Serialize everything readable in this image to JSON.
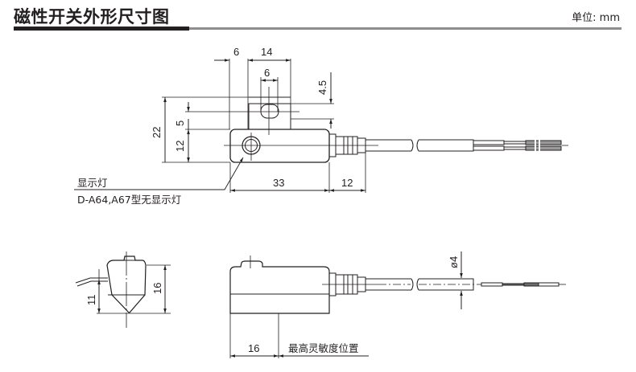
{
  "header": {
    "title": "磁性开关外形尺寸图",
    "unit": "单位: mm"
  },
  "top_view": {
    "dimensions": {
      "lever_offset": "6",
      "mount_width": "14",
      "slot_width": "6",
      "slot_offset": "4.5",
      "total_height": "22",
      "slot_height": "5",
      "body_height": "12",
      "body_length": "33",
      "cable_boot_length": "12"
    },
    "callouts": {
      "indicator_lamp": "显示灯",
      "no_lamp_models": "D-A64,A67型无显示灯"
    }
  },
  "end_view": {
    "dimensions": {
      "total_height": "16",
      "center_height": "11"
    }
  },
  "side_view": {
    "dimensions": {
      "cable_diameter": "ø4",
      "sensing_offset": "16"
    },
    "callouts": {
      "max_sensitivity_position": "最高灵敏度位置"
    }
  },
  "colors": {
    "line": "#231f20",
    "grey_rule": "#8e8e8e",
    "wire_dark": "#6d6d6d"
  }
}
